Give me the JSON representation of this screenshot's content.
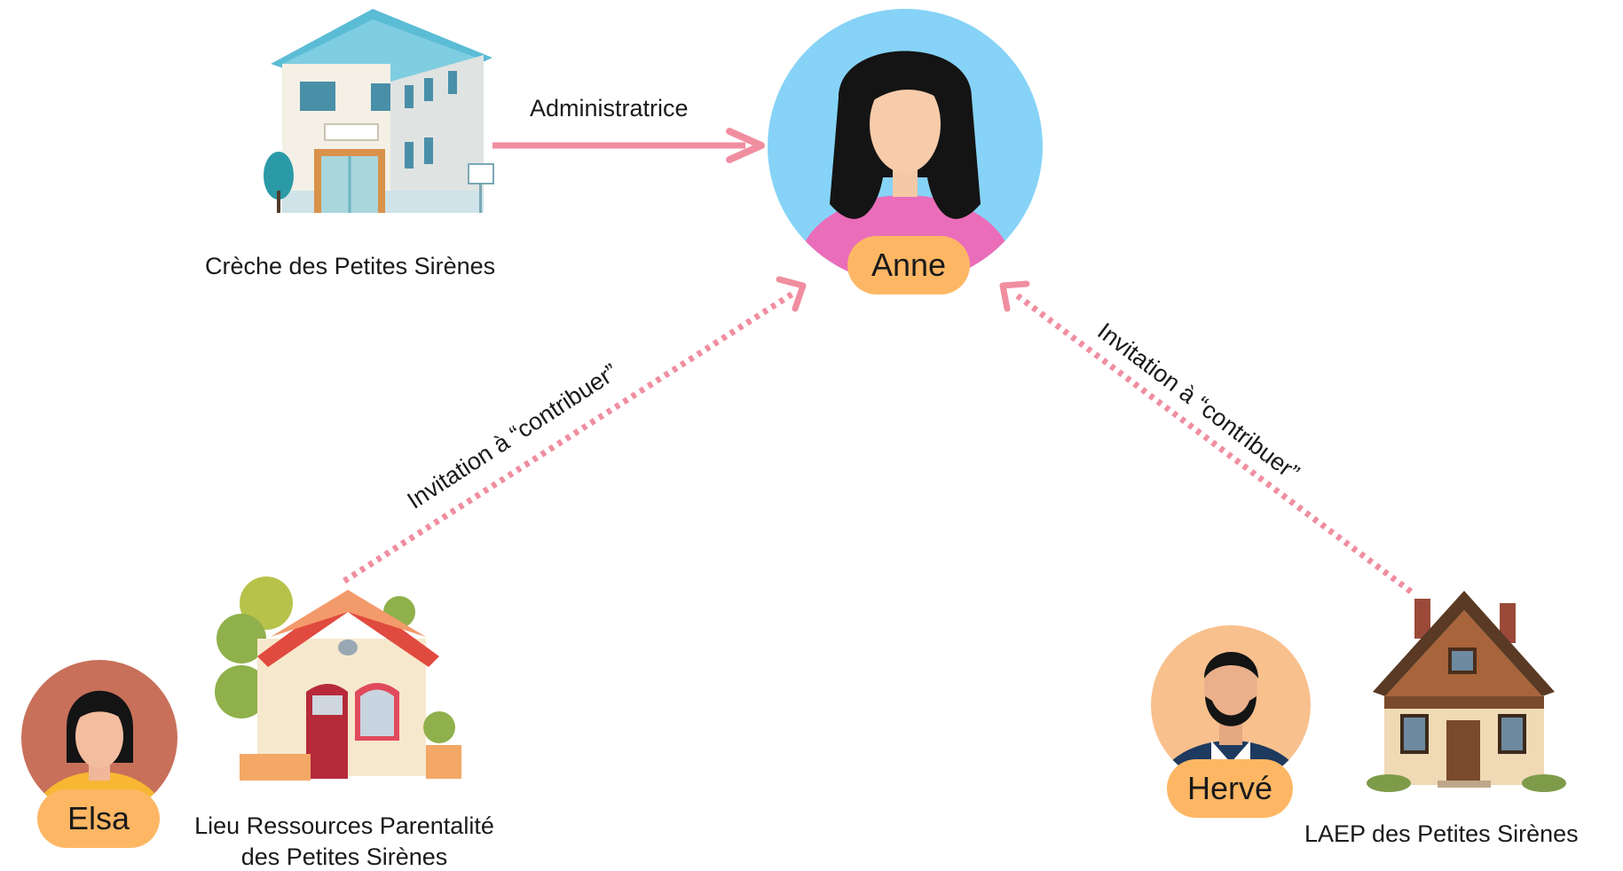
{
  "nodes": {
    "creche": {
      "label": "Crèche des Petites Sirènes"
    },
    "anne": {
      "name": "Anne"
    },
    "lieu": {
      "label_line1": "Lieu Ressources Parentalité",
      "label_line2": "des Petites Sirènes"
    },
    "elsa": {
      "name": "Elsa"
    },
    "herve": {
      "name": "Hervé"
    },
    "laep": {
      "label": "LAEP des Petites Sirènes"
    }
  },
  "edges": {
    "admin": {
      "label": "Administratrice"
    },
    "invite_left": {
      "label": "Invitation à “contribuer”"
    },
    "invite_right": {
      "label": "Invitation à “contribuer”"
    }
  },
  "colors": {
    "arrow_pink": "#f08ea0",
    "pill_orange": "#fdb764",
    "anne_bg": "#86d3f7",
    "herve_bg": "#f8c08d",
    "elsa_bg": "#c8705a"
  }
}
